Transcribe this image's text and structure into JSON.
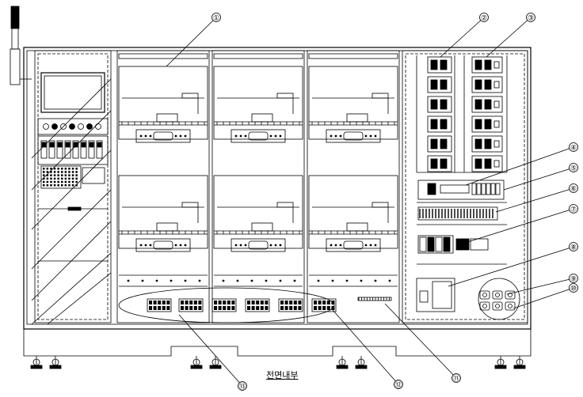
{
  "drawing": {
    "caption": "전면내부",
    "callouts": [
      "①",
      "②",
      "③",
      "④",
      "⑤",
      "⑥",
      "⑦",
      "⑧",
      "⑨",
      "⑩",
      "⑪",
      "⑫",
      "⑬"
    ]
  }
}
